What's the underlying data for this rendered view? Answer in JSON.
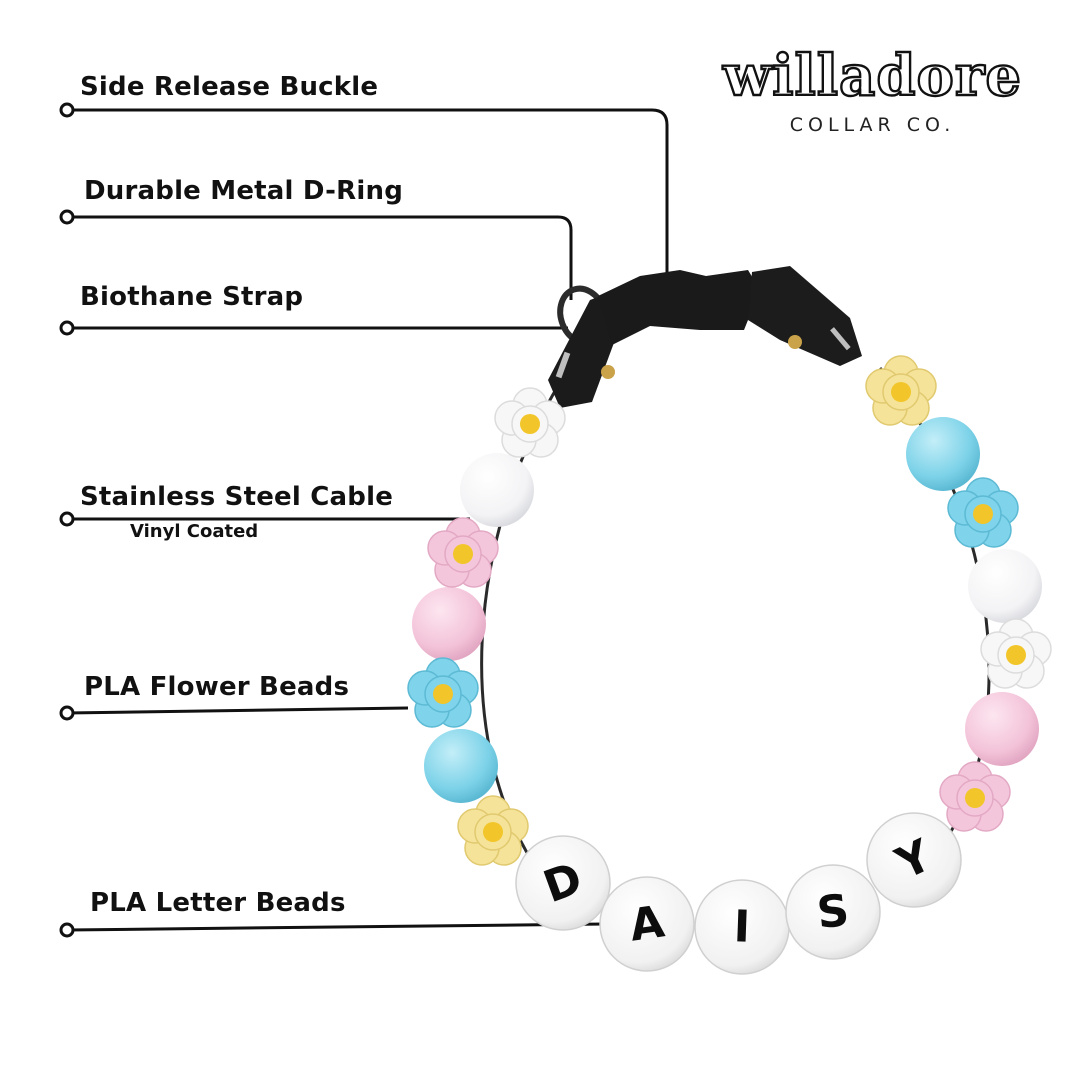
{
  "brand": {
    "name": "willadore",
    "subtitle": "COLLAR CO."
  },
  "callouts": {
    "buckle": "Side Release Buckle",
    "dring": "Durable Metal D-Ring",
    "strap": "Biothane Strap",
    "cable": "Stainless Steel Cable",
    "cable_note": "Vinyl Coated",
    "flower_beads": "PLA Flower Beads",
    "letter_beads": "PLA Letter Beads"
  },
  "collar": {
    "name_letters": [
      "D",
      "A",
      "I",
      "S",
      "Y"
    ]
  },
  "colors": {
    "line": "#111111",
    "bead_white": "#f7f7f7",
    "bead_pink": "#f4c6dc",
    "bead_blue": "#7fd3ea",
    "bead_yellow": "#f6e39a",
    "flower_center": "#f2c62a",
    "hardware": "#1b1b1b"
  }
}
